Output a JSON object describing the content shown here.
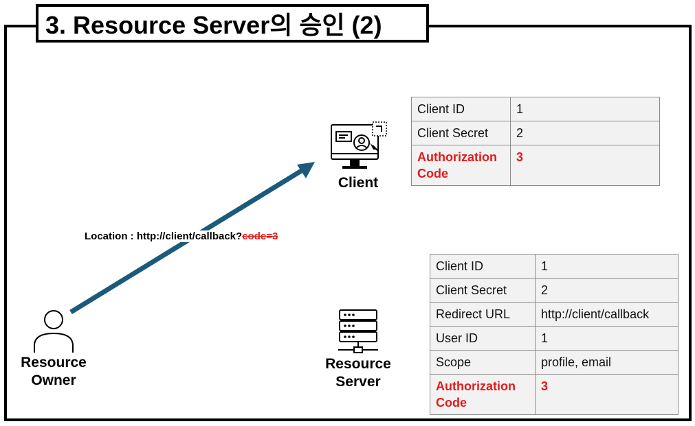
{
  "title": "3. Resource Server의 승인 (2)",
  "arrow": {
    "label_prefix": "Location : http://client/callback?",
    "label_code": "code=3",
    "color": "#1b5a7a"
  },
  "actors": {
    "client": {
      "label": "Client",
      "icon": "monitor-user-icon"
    },
    "owner": {
      "label_line1": "Resource",
      "label_line2": "Owner",
      "icon": "person-icon"
    },
    "server": {
      "label_line1": "Resource",
      "label_line2": "Server",
      "icon": "server-rack-icon"
    }
  },
  "client_table": [
    {
      "key": "Client ID",
      "value": "1",
      "highlight": false
    },
    {
      "key": "Client Secret",
      "value": "2",
      "highlight": false
    },
    {
      "key": "Authorization Code",
      "value": "3",
      "highlight": true
    }
  ],
  "server_table": [
    {
      "key": "Client ID",
      "value": "1",
      "highlight": false
    },
    {
      "key": "Client Secret",
      "value": "2",
      "highlight": false
    },
    {
      "key": "Redirect URL",
      "value": "http://client/callback",
      "highlight": false
    },
    {
      "key": "User ID",
      "value": "1",
      "highlight": false
    },
    {
      "key": "Scope",
      "value": "profile, email",
      "highlight": false
    },
    {
      "key": "Authorization Code",
      "value": "3",
      "highlight": true
    }
  ],
  "colors": {
    "highlight": "#e21b1b",
    "arrow": "#1b5a7a",
    "border": "#000000"
  }
}
